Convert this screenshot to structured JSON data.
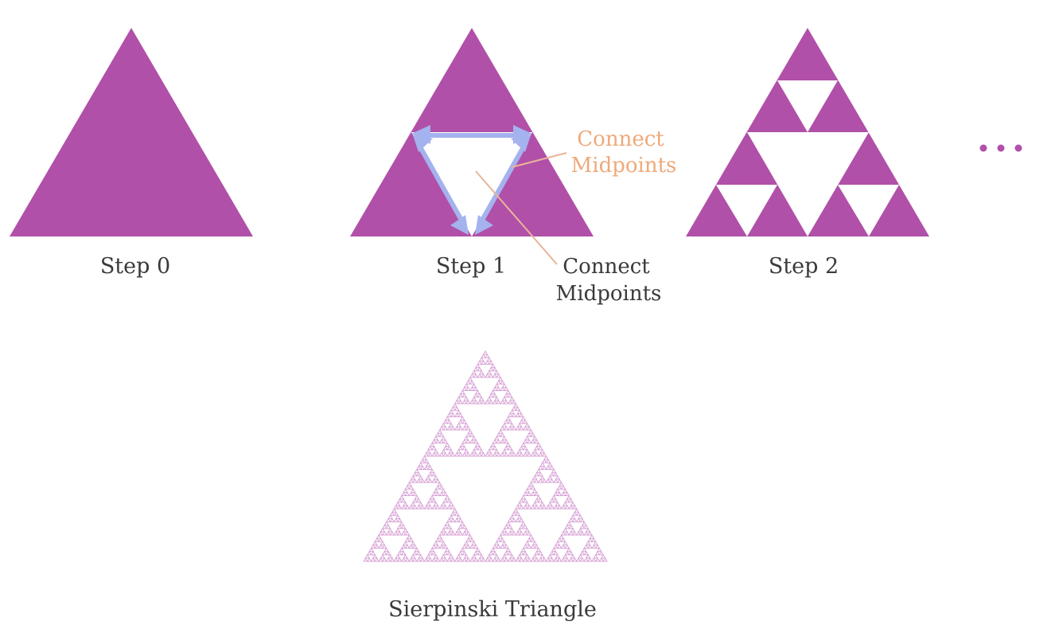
{
  "colors": {
    "triangle_fill": "#b150a8",
    "fractal_stroke": "#d9a6d7",
    "arrow": "#a4b2ee",
    "annotation_orange": "#efa97a",
    "leader_line": "#e8b49a",
    "label_text": "#3a3a3a"
  },
  "steps": [
    {
      "label": "Step 0"
    },
    {
      "label": "Step 1"
    },
    {
      "label": "Step 2"
    }
  ],
  "annotation_top": {
    "line1": "Connect",
    "line2": "Midpoints"
  },
  "annotation_bottom": {
    "line1": "Connect",
    "line2": "Midpoints"
  },
  "continuation": "...",
  "fractal": {
    "label": "Sierpinski Triangle",
    "depth": 6
  }
}
